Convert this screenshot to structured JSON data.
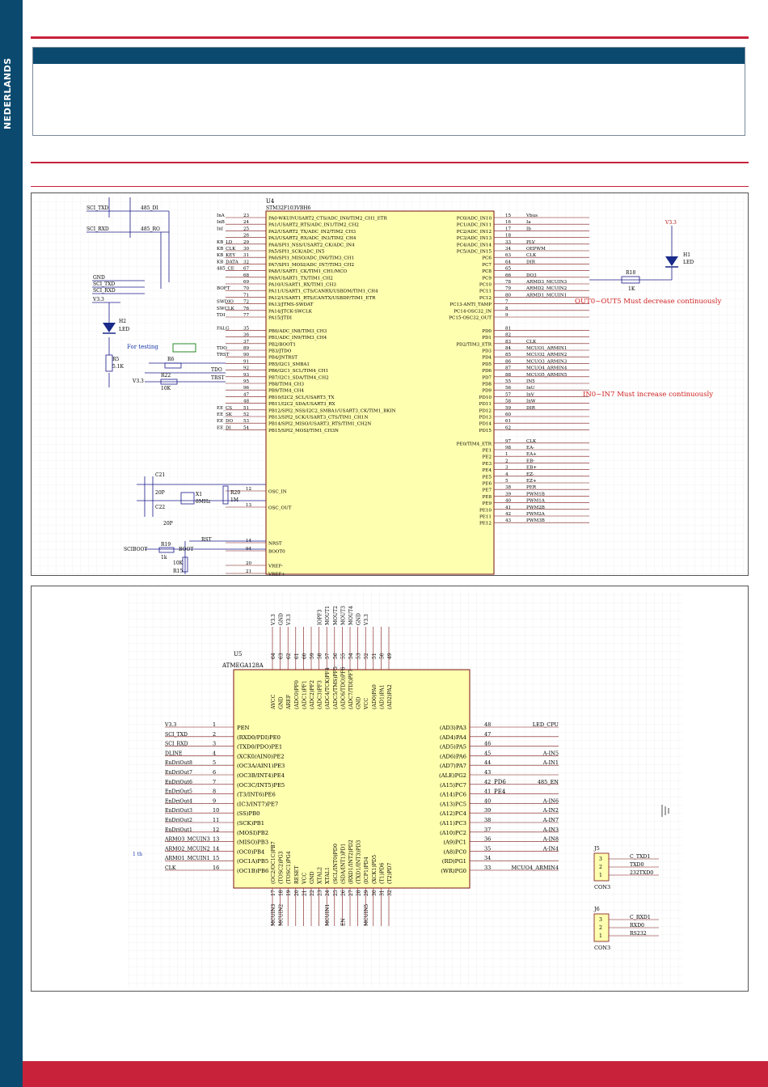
{
  "sidebar": {
    "label": "NEDERLANDS"
  },
  "panel1": {
    "mcu_name": "U4",
    "mcu_part": "STM32F103VBH6",
    "left_pins": [
      [
        "PA0-WKUP/USART2_CTS/ADC_IN0/TIM2_CH1_ETR",
        "23",
        "InA"
      ],
      [
        "PA1/USART2_RTS/ADC_IN1/TIM2_CH2",
        "24",
        "InB"
      ],
      [
        "PA2/USART2_TX/ADC_IN2/TIM2_CH3",
        "25",
        "InI"
      ],
      [
        "PA3/USART2_RX/ADC_IN3/TIM2_CH4",
        "26",
        ""
      ],
      [
        "PA4/SPI1_NSS/USART2_CK/ADC_IN4",
        "29",
        "KB_LD"
      ],
      [
        "PA5/SPI1_SCK/ADC_IN5",
        "30",
        "KB_CLK"
      ],
      [
        "PA6/SPI1_MISO/ADC_IN6/TIM3_CH1",
        "31",
        "KB_KEY"
      ],
      [
        "PA7/SPI1_MOSI/ADC_IN7/TIM3_CH2",
        "32",
        "KB_DATA"
      ],
      [
        "PA8/USART1_CK/TIM1_CH1/MCO",
        "67",
        "485_CE"
      ],
      [
        "PA9/USART1_TX/TIM1_CH2",
        "68",
        ""
      ],
      [
        "PA10/USART1_RX/TIM1_CH3",
        "69",
        ""
      ],
      [
        "PA11/USART1_CTS/CANRX/USBDM/TIM1_CH4",
        "70",
        "BOFT"
      ],
      [
        "PA12/USART1_RTS/CANTX/USBDP/TIM1_ETR",
        "71",
        ""
      ],
      [
        "PA13/JTMS-SWDAT",
        "72",
        "SWDIO"
      ],
      [
        "PA14/JTCK-SWCLK",
        "76",
        "SWCLK"
      ],
      [
        "PA15/JTDI",
        "77",
        "TDI"
      ],
      [
        "",
        "",
        ""
      ],
      [
        "PB0/ADC_IN8/TIM3_CH3",
        "35",
        "FALG"
      ],
      [
        "PB1/ADC_IN9/TIM3_CH4",
        "36",
        ""
      ],
      [
        "PB2/BOOT1",
        "37",
        ""
      ],
      [
        "PB3/JTDO",
        "89",
        "TDO"
      ],
      [
        "PB4/JNTRST",
        "90",
        "TRST"
      ],
      [
        "PB5/I2C1_SMBA1",
        "91",
        ""
      ],
      [
        "PB6/I2C1_SCL/TIM4_CH1",
        "92",
        ""
      ],
      [
        "PB7/I2C1_SDA/TIM4_CH2",
        "93",
        ""
      ],
      [
        "PB8/TIM4_CH3",
        "95",
        ""
      ],
      [
        "PB9/TIM4_CH4",
        "96",
        ""
      ],
      [
        "PB10/I2C2_SCL/USART3_TX",
        "47",
        ""
      ],
      [
        "PB11/I2C2_SDA/USART3_RX",
        "48",
        ""
      ],
      [
        "PB12/SPI2_NSS/I2C2_SMBA1/USART3_CK/TIM1_BKIN",
        "51",
        "EE_CS"
      ],
      [
        "PB13/SPI2_SCK/USART3_CTS/TIM1_CH1N",
        "52",
        "EE_SK"
      ],
      [
        "PB14/SPI2_MISO/USART3_RTS/TIM1_CH2N",
        "53",
        "EE_DO"
      ],
      [
        "PB15/SPI2_MOSI/TIM1_CH3N",
        "54",
        "EE_DI"
      ]
    ],
    "right_pins": [
      [
        "PC0/ADC_IN10",
        "15",
        "Vbus"
      ],
      [
        "PC1/ADC_IN11",
        "16",
        "Ia"
      ],
      [
        "PC2/ADC_IN12",
        "17",
        "Ib"
      ],
      [
        "PC3/ADC_IN13",
        "18",
        ""
      ],
      [
        "PC4/ADC_IN14",
        "33",
        "PLV"
      ],
      [
        "PC5/ADC_IN15",
        "34",
        "OEPWM"
      ],
      [
        "PC6",
        "63",
        "CLK"
      ],
      [
        "PC7",
        "64",
        "DIR"
      ],
      [
        "PC8",
        "65",
        ""
      ],
      [
        "PC9",
        "66",
        "DO3"
      ],
      [
        "PC10",
        "78",
        "ARMD3_MCUIN3"
      ],
      [
        "PC11",
        "79",
        "ARMD2_MCUIN2"
      ],
      [
        "PC12",
        "80",
        "ARMD1_MCUIN1"
      ],
      [
        "PC13-ANTI_TAMP",
        "7",
        ""
      ],
      [
        "PC14-OSC32_IN",
        "8",
        ""
      ],
      [
        "PC15-OSC32_OUT",
        "9",
        ""
      ],
      [
        "",
        "",
        ""
      ],
      [
        "PD0",
        "81",
        ""
      ],
      [
        "PD1",
        "82",
        ""
      ],
      [
        "PD2/TIM3_ETR",
        "83",
        "CLK"
      ],
      [
        "PD3",
        "84",
        "MCUO1_ARMIN1"
      ],
      [
        "PD4",
        "85",
        "MCUO2_ARMIN2"
      ],
      [
        "PD5",
        "86",
        "MCUO3_ARMIN3"
      ],
      [
        "PD6",
        "87",
        "MCUO4_ARMIN4"
      ],
      [
        "PD7",
        "88",
        "MCUO5_ARMIN5"
      ],
      [
        "PD8",
        "55",
        "IN5"
      ],
      [
        "PD9",
        "56",
        "InU"
      ],
      [
        "PD10",
        "57",
        "InV"
      ],
      [
        "PD11",
        "58",
        "InW"
      ],
      [
        "PD12",
        "59",
        "DIR"
      ],
      [
        "PD13",
        "60",
        ""
      ],
      [
        "PD14",
        "61",
        ""
      ],
      [
        "PD15",
        "62",
        ""
      ],
      [
        "",
        "",
        ""
      ],
      [
        "PE0/TIM4_ETR",
        "97",
        "CLK"
      ],
      [
        "PE1",
        "98",
        "EA-"
      ],
      [
        "PE2",
        "1",
        "EA+"
      ],
      [
        "PE3",
        "2",
        "EB-"
      ],
      [
        "PE4",
        "3",
        "EB+"
      ],
      [
        "PE5",
        "4",
        "EZ-"
      ],
      [
        "PE6",
        "5",
        "EZ+"
      ],
      [
        "PE7",
        "38",
        "PER"
      ],
      [
        "PE8",
        "39",
        "PWM1B"
      ],
      [
        "PE9",
        "40",
        "PWM1A"
      ],
      [
        "PE10",
        "41",
        "PWM2B"
      ],
      [
        "PE11",
        "42",
        "PWM2A"
      ],
      [
        "PE12",
        "43",
        "PWM3B"
      ]
    ],
    "misc_pins": [
      [
        "OSC_IN",
        "12"
      ],
      [
        "OSC_OUT",
        "13"
      ],
      [
        "NRST",
        "14"
      ],
      [
        "BOOT0",
        "94"
      ],
      [
        "VREF-",
        "20"
      ],
      [
        "VREF+",
        "21"
      ]
    ],
    "left_nets": [
      "SCI_TXD",
      "485_DI",
      "SCI_RXD",
      "485_RO",
      "GND",
      "SCI_TXD",
      "SCI_RXD",
      "V3.3"
    ],
    "parts": {
      "led_h2": "H2",
      "led_label": "LED",
      "r5": "R5",
      "r5v": "5.1K",
      "r6": "R6",
      "r22": "R22",
      "r22v": "10K",
      "v33": "V3.3",
      "tdo": "TDO",
      "trst": "TRST",
      "c21": "C21",
      "c22": "C22",
      "cv1": "20P",
      "cv2": "20P",
      "x1": "X1",
      "x1v": "8MHz",
      "r20": "R20",
      "r20v": "1M",
      "rst": "RST",
      "sciboot": "SCIBOOT",
      "r19": "R19",
      "r19v": "1k",
      "boot": "BOOT",
      "r21": "10K",
      "r15": "R15",
      "h1": "H1",
      "h1v": "LED",
      "v33r": "V3.3",
      "r18": "R18",
      "r18v": "1K"
    },
    "annotations": {
      "testing": "For testing",
      "decrease": "OUT0~OUT5 Must decrease continuously",
      "increase": "IN0~IN7 Must increase continuously"
    }
  },
  "panel2": {
    "chip_ref": "U5",
    "chip_part": "ATMEGA128A",
    "left_pins": [
      [
        "1",
        "PEN",
        "V3.3"
      ],
      [
        "2",
        "(RXD0/PDI)PE0",
        "SCI_TXD"
      ],
      [
        "3",
        "(TXD0/PDO)PE1",
        "SCI_RXD"
      ],
      [
        "4",
        "(XCK0/AIN0)PE2",
        "DLINE"
      ],
      [
        "5",
        "(OC3A/AIN1)PE3",
        "EnDriOut8"
      ],
      [
        "6",
        "(OC3B/INT4)PE4",
        "EnDriOut7"
      ],
      [
        "7",
        "(OC3C/INT5)PE5",
        "EnDriOut6"
      ],
      [
        "8",
        "(T3/INT6)PE6",
        "EnDriOut5"
      ],
      [
        "9",
        "(IC3/INT7)PE7",
        "EnDriOut4"
      ],
      [
        "10",
        "(SS)PB0",
        "EnDriOut3"
      ],
      [
        "11",
        "(SCK)PB1",
        "EnDriOut2"
      ],
      [
        "12",
        "(MOSI)PB2",
        "EnDriOut1"
      ],
      [
        "13",
        "(MISO)PB3",
        "ARMO3_MCUIN3"
      ],
      [
        "14",
        "(OC0)PB4",
        "ARMO2_MCUIN2"
      ],
      [
        "15",
        "(OC1A)PB5",
        "ARMO1_MCUIN1"
      ],
      [
        "16",
        "(OC1B)PB6",
        "CLK"
      ]
    ],
    "right_pins": [
      [
        "48",
        "(AD3)PA3",
        "LED_CPU"
      ],
      [
        "47",
        "(AD4)PA4",
        ""
      ],
      [
        "46",
        "(AD5)PA5",
        ""
      ],
      [
        "45",
        "(AD6)PA6",
        "A-IN5"
      ],
      [
        "44",
        "(AD7)PA7",
        "A-IN1"
      ],
      [
        "43",
        "(ALE)PG2",
        ""
      ],
      [
        "42",
        "(A15)PC7",
        "485_EN"
      ],
      [
        "41",
        "(A14)PC6",
        ""
      ],
      [
        "40",
        "(A13)PC5",
        "A-IN6"
      ],
      [
        "39",
        "(A12)PC4",
        "A-IN2"
      ],
      [
        "38",
        "(A11)PC3",
        "A-IN7"
      ],
      [
        "37",
        "(A10)PC2",
        "A-IN3"
      ],
      [
        "36",
        "(A9)PC1",
        "A-IN8"
      ],
      [
        "35",
        "(A8)PC0",
        "A-IN4"
      ],
      [
        "34",
        "(RD)PG1",
        ""
      ],
      [
        "33",
        "(WR)PG0",
        "MCUO4_ARMIN4"
      ]
    ],
    "pd_labels": [
      "PD6",
      "PE4"
    ],
    "top_pins": [
      [
        "64",
        "AVCC",
        "V3.3"
      ],
      [
        "63",
        "GND",
        "GND"
      ],
      [
        "62",
        "AREF",
        "V3.3"
      ],
      [
        "61",
        "(ADC0)PF0",
        ""
      ],
      [
        "60",
        "(ADC1)PF1",
        ""
      ],
      [
        "59",
        "(ADC2)PF2",
        ""
      ],
      [
        "58",
        "(ADC3)PF3",
        "IOPF3"
      ],
      [
        "57",
        "(ADC4/TCK)PF4",
        "MOUT1"
      ],
      [
        "56",
        "(ADC5/TMS)PF5",
        "MOUT2"
      ],
      [
        "55",
        "(ADC6/TDO)PF6",
        "MOUT3"
      ],
      [
        "54",
        "(ADC7/TDI)PF7",
        "MOUT4"
      ],
      [
        "53",
        "GND",
        "GND"
      ],
      [
        "52",
        "VCC",
        "V3.3"
      ],
      [
        "51",
        "(AD0)PA0",
        ""
      ],
      [
        "50",
        "(AD1)PA1",
        ""
      ],
      [
        "49",
        "(AD2)PA2",
        ""
      ]
    ],
    "bottom_pins": [
      [
        "17",
        "(OC2/OC1C)PB7",
        "MCUIN3"
      ],
      [
        "18",
        "(TOSC2)PG3",
        "MCUIN2"
      ],
      [
        "19",
        "(TOSC1)PG4",
        ""
      ],
      [
        "20",
        "RESET",
        ""
      ],
      [
        "21",
        "VCC",
        ""
      ],
      [
        "22",
        "GND",
        ""
      ],
      [
        "23",
        "XTAL2",
        ""
      ],
      [
        "24",
        "XTAL1",
        "MCUIN1"
      ],
      [
        "25",
        "(SCL/INT0)PD0",
        ""
      ],
      [
        "26",
        "(SDA/INT1)PD1",
        "EN"
      ],
      [
        "27",
        "(RXD1/INT2)PD2",
        ""
      ],
      [
        "28",
        "(TXD1/INT3)PD3",
        ""
      ],
      [
        "29",
        "(ICP1)PD4",
        "MCUIN5"
      ],
      [
        "30",
        "(XCK1)PD5",
        ""
      ],
      [
        "31",
        "(T1)PD6",
        ""
      ],
      [
        "32",
        "(T2)PD7",
        ""
      ]
    ],
    "j5": {
      "ref": "J5",
      "name": "CON3",
      "pins": [
        "3",
        "2",
        "1"
      ],
      "nets": [
        "C_TXD1",
        "TXD0",
        "232TXD0"
      ]
    },
    "j6": {
      "ref": "J6",
      "name": "CON3",
      "pins": [
        "3",
        "2",
        "1"
      ],
      "nets": [
        "C_RXD1",
        "RXD0",
        "RS232"
      ]
    }
  }
}
